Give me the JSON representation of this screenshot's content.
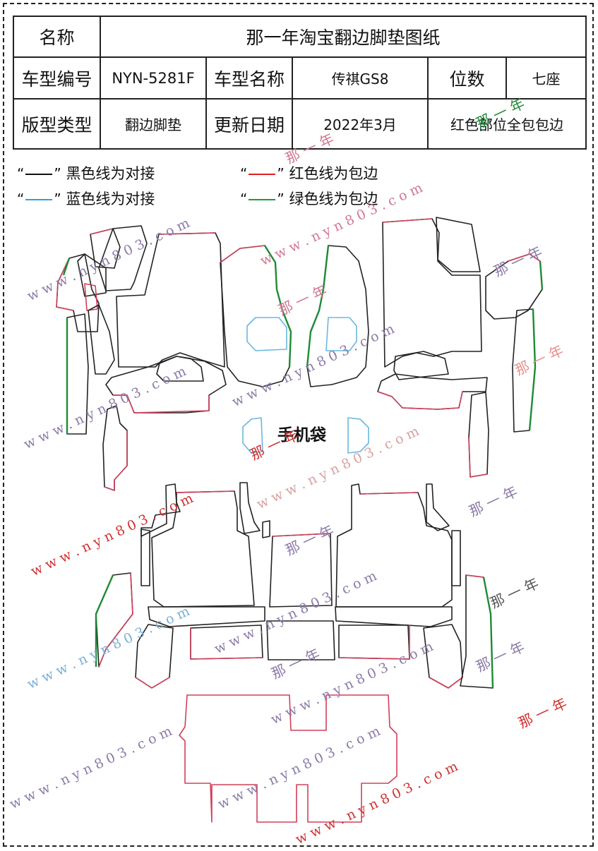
{
  "table": {
    "row1": {
      "label": "名称",
      "title": "那一年淘宝翻边脚垫图纸"
    },
    "row2": {
      "label1": "车型编号",
      "code": "NYN-5281F",
      "label2": "车型名称",
      "model": "传祺GS8",
      "label3": "位数",
      "seats": "七座"
    },
    "row3": {
      "label1": "版型类型",
      "type": "翻边脚垫",
      "label2": "更新日期",
      "date": "2022年3月",
      "note": "红色部位全包包边"
    }
  },
  "legend": [
    {
      "open": "“",
      "close": "”",
      "color": "#111111",
      "text": "黑色线为对接"
    },
    {
      "open": "“",
      "close": "”",
      "color": "#e02020",
      "text": "红色线为包边"
    },
    {
      "open": "“",
      "close": "”",
      "color": "#2aa0dd",
      "text": "蓝色线为对接"
    },
    {
      "open": "“",
      "close": "”",
      "color": "#1e9a3c",
      "text": "绿色线为包边"
    }
  ],
  "bag_label": "手机袋",
  "watermarks": {
    "site": "www.nyn803.com",
    "brand": "那一年"
  },
  "colors": {
    "black_line": "#222222",
    "red_line": "#d0405a",
    "blue_line": "#6ab8e0",
    "green_line": "#1e8a36"
  }
}
